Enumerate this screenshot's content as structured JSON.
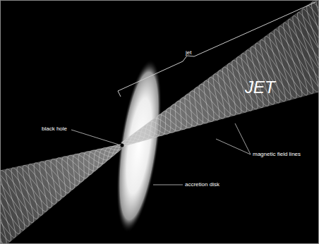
{
  "diagram": {
    "labels": [
      "jet",
      "JET",
      "black hole",
      "magnetic field lines",
      "accretion disk"
    ]
  }
}
